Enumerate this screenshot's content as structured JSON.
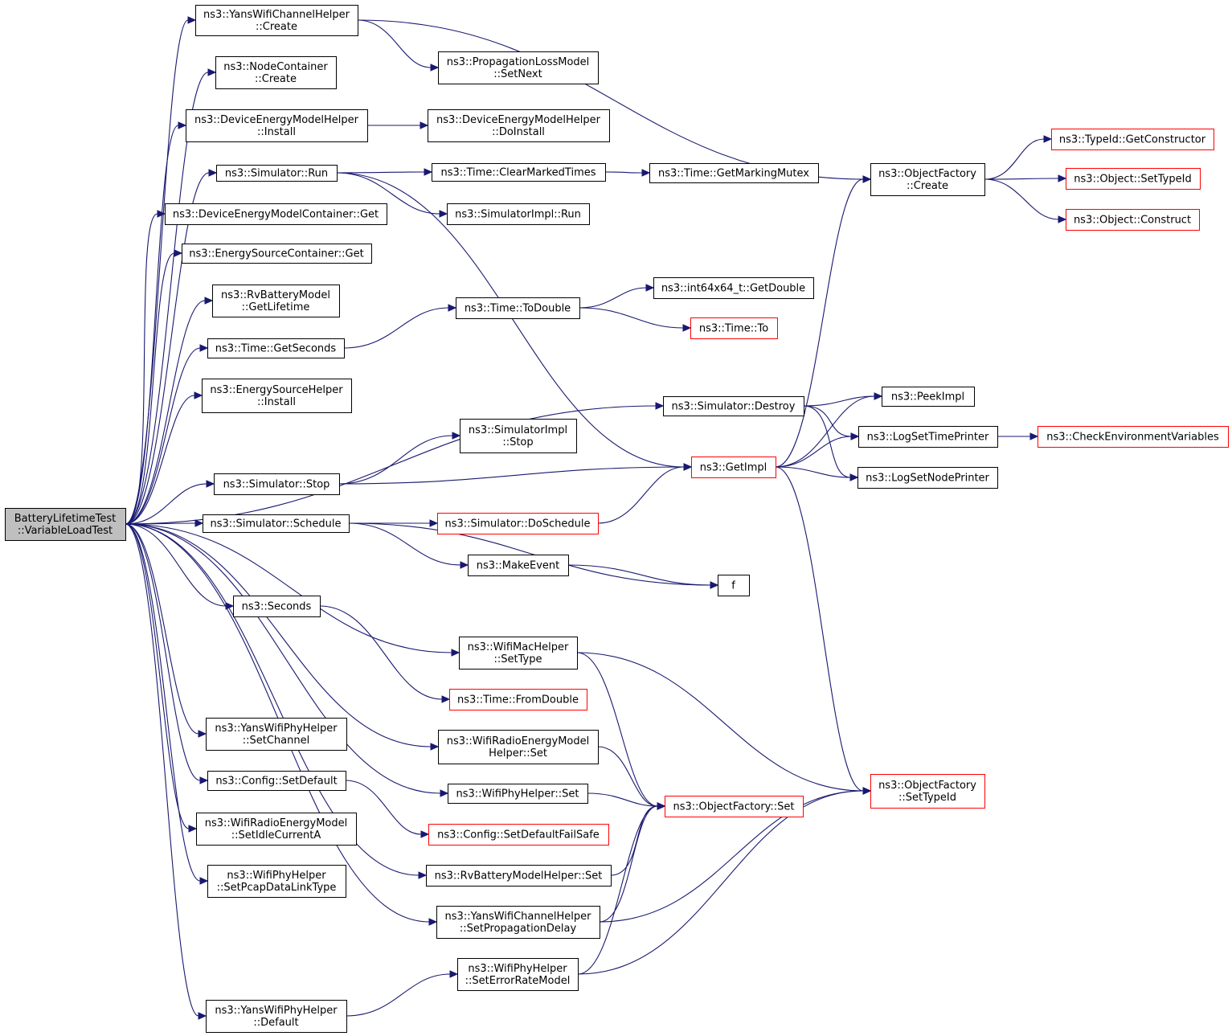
{
  "colors": {
    "edge": "#191970",
    "node_border": "#000000",
    "node_border_external": "#ff0000",
    "root_fill": "#bfbfbf",
    "node_fill": "#ffffff"
  },
  "nodes": [
    {
      "id": "root",
      "lines": [
        "BatteryLifetimeTest",
        "::VariableLoadTest"
      ],
      "style": "root"
    },
    {
      "id": "yans_chan_create",
      "lines": [
        "ns3::YansWifiChannelHelper",
        "::Create"
      ]
    },
    {
      "id": "node_container_create",
      "lines": [
        "ns3::NodeContainer",
        "::Create"
      ]
    },
    {
      "id": "dev_energy_install",
      "lines": [
        "ns3::DeviceEnergyModelHelper",
        "::Install"
      ]
    },
    {
      "id": "sim_run",
      "lines": [
        "ns3::Simulator::Run"
      ]
    },
    {
      "id": "dev_energy_container_get",
      "lines": [
        "ns3::DeviceEnergyModelContainer::Get"
      ]
    },
    {
      "id": "energy_source_container_get",
      "lines": [
        "ns3::EnergySourceContainer::Get"
      ]
    },
    {
      "id": "rv_get_lifetime",
      "lines": [
        "ns3::RvBatteryModel",
        "::GetLifetime"
      ]
    },
    {
      "id": "time_get_seconds",
      "lines": [
        "ns3::Time::GetSeconds"
      ]
    },
    {
      "id": "energy_source_install",
      "lines": [
        "ns3::EnergySourceHelper",
        "::Install"
      ]
    },
    {
      "id": "sim_stop",
      "lines": [
        "ns3::Simulator::Stop"
      ]
    },
    {
      "id": "sim_schedule",
      "lines": [
        "ns3::Simulator::Schedule"
      ]
    },
    {
      "id": "seconds",
      "lines": [
        "ns3::Seconds"
      ]
    },
    {
      "id": "yans_phy_set_channel",
      "lines": [
        "ns3::YansWifiPhyHelper",
        "::SetChannel"
      ]
    },
    {
      "id": "config_set_default",
      "lines": [
        "ns3::Config::SetDefault"
      ]
    },
    {
      "id": "wifi_radio_idle",
      "lines": [
        "ns3::WifiRadioEnergyModel",
        "::SetIdleCurrentA"
      ]
    },
    {
      "id": "wifi_phy_pcap",
      "lines": [
        "ns3::WifiPhyHelper",
        "::SetPcapDataLinkType"
      ]
    },
    {
      "id": "yans_phy_default",
      "lines": [
        "ns3::YansWifiPhyHelper",
        "::Default"
      ]
    },
    {
      "id": "prop_loss_set_next",
      "lines": [
        "ns3::PropagationLossModel",
        "::SetNext"
      ]
    },
    {
      "id": "dev_energy_do_install",
      "lines": [
        "ns3::DeviceEnergyModelHelper",
        "::DoInstall"
      ]
    },
    {
      "id": "time_clear_marked",
      "lines": [
        "ns3::Time::ClearMarkedTimes"
      ]
    },
    {
      "id": "sim_impl_run",
      "lines": [
        "ns3::SimulatorImpl::Run"
      ]
    },
    {
      "id": "time_to_double",
      "lines": [
        "ns3::Time::ToDouble"
      ]
    },
    {
      "id": "sim_destroy",
      "lines": [
        "ns3::Simulator::Destroy"
      ]
    },
    {
      "id": "sim_impl_stop",
      "lines": [
        "ns3::SimulatorImpl",
        "::Stop"
      ]
    },
    {
      "id": "sim_do_schedule",
      "lines": [
        "ns3::Simulator::DoSchedule"
      ],
      "style": "red"
    },
    {
      "id": "make_event",
      "lines": [
        "ns3::MakeEvent"
      ]
    },
    {
      "id": "wifi_mac_set_type",
      "lines": [
        "ns3::WifiMacHelper",
        "::SetType"
      ]
    },
    {
      "id": "time_from_double",
      "lines": [
        "ns3::Time::FromDouble"
      ],
      "style": "red"
    },
    {
      "id": "wifi_radio_helper_set",
      "lines": [
        "ns3::WifiRadioEnergyModel",
        "Helper::Set"
      ]
    },
    {
      "id": "wifi_phy_set",
      "lines": [
        "ns3::WifiPhyHelper::Set"
      ]
    },
    {
      "id": "config_set_default_failsafe",
      "lines": [
        "ns3::Config::SetDefaultFailSafe"
      ],
      "style": "red"
    },
    {
      "id": "rv_helper_set",
      "lines": [
        "ns3::RvBatteryModelHelper::Set"
      ]
    },
    {
      "id": "yans_chan_prop_delay",
      "lines": [
        "ns3::YansWifiChannelHelper",
        "::SetPropagationDelay"
      ]
    },
    {
      "id": "wifi_phy_error_rate",
      "lines": [
        "ns3::WifiPhyHelper",
        "::SetErrorRateModel"
      ]
    },
    {
      "id": "time_get_marking_mutex",
      "lines": [
        "ns3::Time::GetMarkingMutex"
      ]
    },
    {
      "id": "int64_get_double",
      "lines": [
        "ns3::int64x64_t::GetDouble"
      ]
    },
    {
      "id": "time_to",
      "lines": [
        "ns3::Time::To"
      ],
      "style": "red"
    },
    {
      "id": "get_impl",
      "lines": [
        "ns3::GetImpl"
      ],
      "style": "red"
    },
    {
      "id": "f",
      "lines": [
        "f"
      ]
    },
    {
      "id": "object_factory_set",
      "lines": [
        "ns3::ObjectFactory::Set"
      ],
      "style": "red"
    },
    {
      "id": "object_factory_create",
      "lines": [
        "ns3::ObjectFactory",
        "::Create"
      ]
    },
    {
      "id": "peek_impl",
      "lines": [
        "ns3::PeekImpl"
      ]
    },
    {
      "id": "log_set_time_printer",
      "lines": [
        "ns3::LogSetTimePrinter"
      ]
    },
    {
      "id": "log_set_node_printer",
      "lines": [
        "ns3::LogSetNodePrinter"
      ]
    },
    {
      "id": "object_factory_set_type_id",
      "lines": [
        "ns3::ObjectFactory",
        "::SetTypeId"
      ],
      "style": "red"
    },
    {
      "id": "type_id_get_constructor",
      "lines": [
        "ns3::TypeId::GetConstructor"
      ],
      "style": "red"
    },
    {
      "id": "object_set_type_id",
      "lines": [
        "ns3::Object::SetTypeId"
      ],
      "style": "red"
    },
    {
      "id": "object_construct",
      "lines": [
        "ns3::Object::Construct"
      ],
      "style": "red"
    },
    {
      "id": "check_env_vars",
      "lines": [
        "ns3::CheckEnvironmentVariables"
      ],
      "style": "red"
    }
  ],
  "edges": [
    [
      "root",
      "yans_chan_create"
    ],
    [
      "root",
      "node_container_create"
    ],
    [
      "root",
      "dev_energy_install"
    ],
    [
      "root",
      "sim_run"
    ],
    [
      "root",
      "dev_energy_container_get"
    ],
    [
      "root",
      "energy_source_container_get"
    ],
    [
      "root",
      "rv_get_lifetime"
    ],
    [
      "root",
      "time_get_seconds"
    ],
    [
      "root",
      "energy_source_install"
    ],
    [
      "root",
      "sim_destroy"
    ],
    [
      "root",
      "sim_stop"
    ],
    [
      "root",
      "sim_schedule"
    ],
    [
      "root",
      "seconds"
    ],
    [
      "root",
      "wifi_mac_set_type"
    ],
    [
      "root",
      "wifi_radio_helper_set"
    ],
    [
      "root",
      "wifi_phy_set"
    ],
    [
      "root",
      "yans_phy_set_channel"
    ],
    [
      "root",
      "config_set_default"
    ],
    [
      "root",
      "wifi_radio_idle"
    ],
    [
      "root",
      "wifi_phy_pcap"
    ],
    [
      "root",
      "rv_helper_set"
    ],
    [
      "root",
      "yans_chan_prop_delay"
    ],
    [
      "root",
      "yans_phy_default"
    ],
    [
      "yans_chan_create",
      "prop_loss_set_next"
    ],
    [
      "yans_chan_create",
      "object_factory_create"
    ],
    [
      "dev_energy_install",
      "dev_energy_do_install"
    ],
    [
      "sim_run",
      "time_clear_marked"
    ],
    [
      "sim_run",
      "sim_impl_run"
    ],
    [
      "sim_run",
      "get_impl"
    ],
    [
      "time_clear_marked",
      "time_get_marking_mutex"
    ],
    [
      "time_get_seconds",
      "time_to_double"
    ],
    [
      "time_to_double",
      "int64_get_double"
    ],
    [
      "time_to_double",
      "time_to"
    ],
    [
      "sim_destroy",
      "peek_impl"
    ],
    [
      "sim_destroy",
      "log_set_time_printer"
    ],
    [
      "sim_destroy",
      "log_set_node_printer"
    ],
    [
      "sim_stop",
      "sim_impl_stop"
    ],
    [
      "sim_stop",
      "get_impl"
    ],
    [
      "sim_schedule",
      "sim_do_schedule"
    ],
    [
      "sim_schedule",
      "make_event"
    ],
    [
      "sim_schedule",
      "f"
    ],
    [
      "sim_do_schedule",
      "get_impl"
    ],
    [
      "make_event",
      "f"
    ],
    [
      "seconds",
      "time_from_double"
    ],
    [
      "wifi_mac_set_type",
      "object_factory_set"
    ],
    [
      "wifi_mac_set_type",
      "object_factory_set_type_id"
    ],
    [
      "wifi_radio_helper_set",
      "object_factory_set"
    ],
    [
      "wifi_phy_set",
      "object_factory_set"
    ],
    [
      "config_set_default",
      "config_set_default_failsafe"
    ],
    [
      "rv_helper_set",
      "object_factory_set"
    ],
    [
      "yans_chan_prop_delay",
      "object_factory_set"
    ],
    [
      "yans_chan_prop_delay",
      "object_factory_set_type_id"
    ],
    [
      "yans_phy_default",
      "wifi_phy_error_rate"
    ],
    [
      "wifi_phy_error_rate",
      "object_factory_set"
    ],
    [
      "wifi_phy_error_rate",
      "object_factory_set_type_id"
    ],
    [
      "get_impl",
      "object_factory_create"
    ],
    [
      "get_impl",
      "peek_impl"
    ],
    [
      "get_impl",
      "log_set_time_printer"
    ],
    [
      "get_impl",
      "log_set_node_printer"
    ],
    [
      "get_impl",
      "object_factory_set_type_id"
    ],
    [
      "object_factory_create",
      "type_id_get_constructor"
    ],
    [
      "object_factory_create",
      "object_set_type_id"
    ],
    [
      "object_factory_create",
      "object_construct"
    ],
    [
      "log_set_time_printer",
      "check_env_vars"
    ]
  ]
}
